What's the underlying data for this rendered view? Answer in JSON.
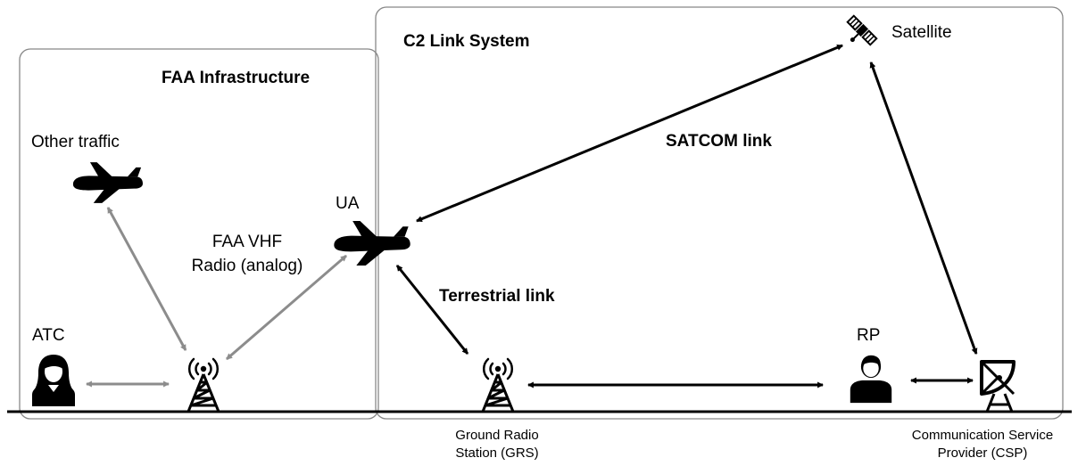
{
  "regions": {
    "faa": {
      "title": "FAA Infrastructure"
    },
    "c2": {
      "title": "C2 Link System"
    }
  },
  "nodes": {
    "other_traffic": "Other traffic",
    "ua": "UA",
    "satellite": "Satellite",
    "atc": "ATC",
    "rp": "RP",
    "grs_line1": "Ground Radio",
    "grs_line2": "Station (GRS)",
    "csp_line1": "Communication Service",
    "csp_line2": "Provider (CSP)"
  },
  "links": {
    "vhf_line1": "FAA VHF",
    "vhf_line2": "Radio (analog)",
    "satcom": "SATCOM link",
    "terrestrial": "Terrestrial link"
  },
  "colors": {
    "faa_link": "#8c8c8c",
    "c2_link": "#000000",
    "region_border": "#888888"
  },
  "icons": [
    "airplane-icon",
    "satellite-icon",
    "person-icon",
    "radio-tower-icon",
    "satellite-dish-icon"
  ]
}
